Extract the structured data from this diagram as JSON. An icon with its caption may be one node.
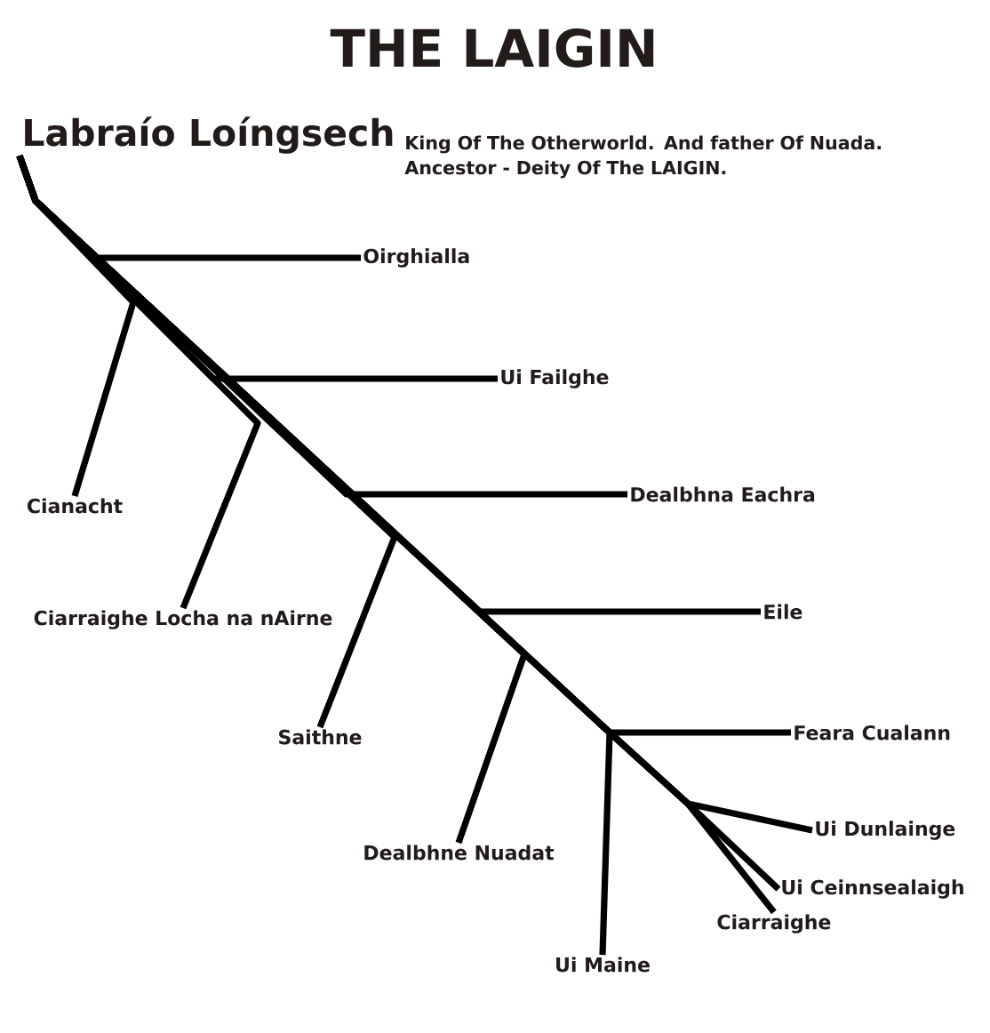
{
  "diagram": {
    "title": "THE LAIGIN",
    "nodes": [
      {
        "text": [
          "Labraío Loíngsech"
        ],
        "beside": [
          "King Of The Otherworld. And father Of Nuada. Ancestor - Deity Of The LAIGIN."
        ]
      },
      {
        "text": [
          "Oirghialla"
        ]
      },
      {
        "text": [
          "Cianacht"
        ]
      },
      {
        "text": [
          "Ui Failghe"
        ]
      },
      {
        "text": [
          "Ciarraighe Locha na nAirne"
        ]
      },
      {
        "text": [
          "Dealbhna Eachra"
        ]
      },
      {
        "text": [
          "Saithne"
        ]
      },
      {
        "text": [
          "Eile"
        ]
      },
      {
        "text": [
          "Dealbhne Nuadat"
        ]
      },
      {
        "text": [
          "Feara Cualann"
        ]
      },
      {
        "text": [
          "Ui Maine"
        ]
      },
      {
        "text": [
          "Ui Dunlainge"
        ]
      },
      {
        "text": [
          "Ui Ceinnsealaigh"
        ]
      },
      {
        "text": [
          "Ciarraighe"
        ]
      }
    ],
    "edges": [
      {
        "from": 0,
        "to": 1,
        "arrow": "none"
      },
      {
        "from": 0,
        "to": 2,
        "arrow": "none"
      },
      {
        "from": 0,
        "to": 3,
        "arrow": "none"
      },
      {
        "from": 0,
        "to": 4,
        "arrow": "none"
      },
      {
        "from": 0,
        "to": 5,
        "arrow": "none"
      },
      {
        "from": 0,
        "to": 6,
        "arrow": "none"
      },
      {
        "from": 0,
        "to": 7,
        "arrow": "none"
      },
      {
        "from": 0,
        "to": 8,
        "arrow": "none"
      },
      {
        "from": 0,
        "to": 9,
        "arrow": "none"
      },
      {
        "from": 0,
        "to": 10,
        "arrow": "none"
      },
      {
        "from": 0,
        "to": 11,
        "arrow": "none"
      },
      {
        "from": 0,
        "to": 12,
        "arrow": "none"
      },
      {
        "from": 0,
        "to": 13,
        "arrow": "none"
      }
    ]
  }
}
